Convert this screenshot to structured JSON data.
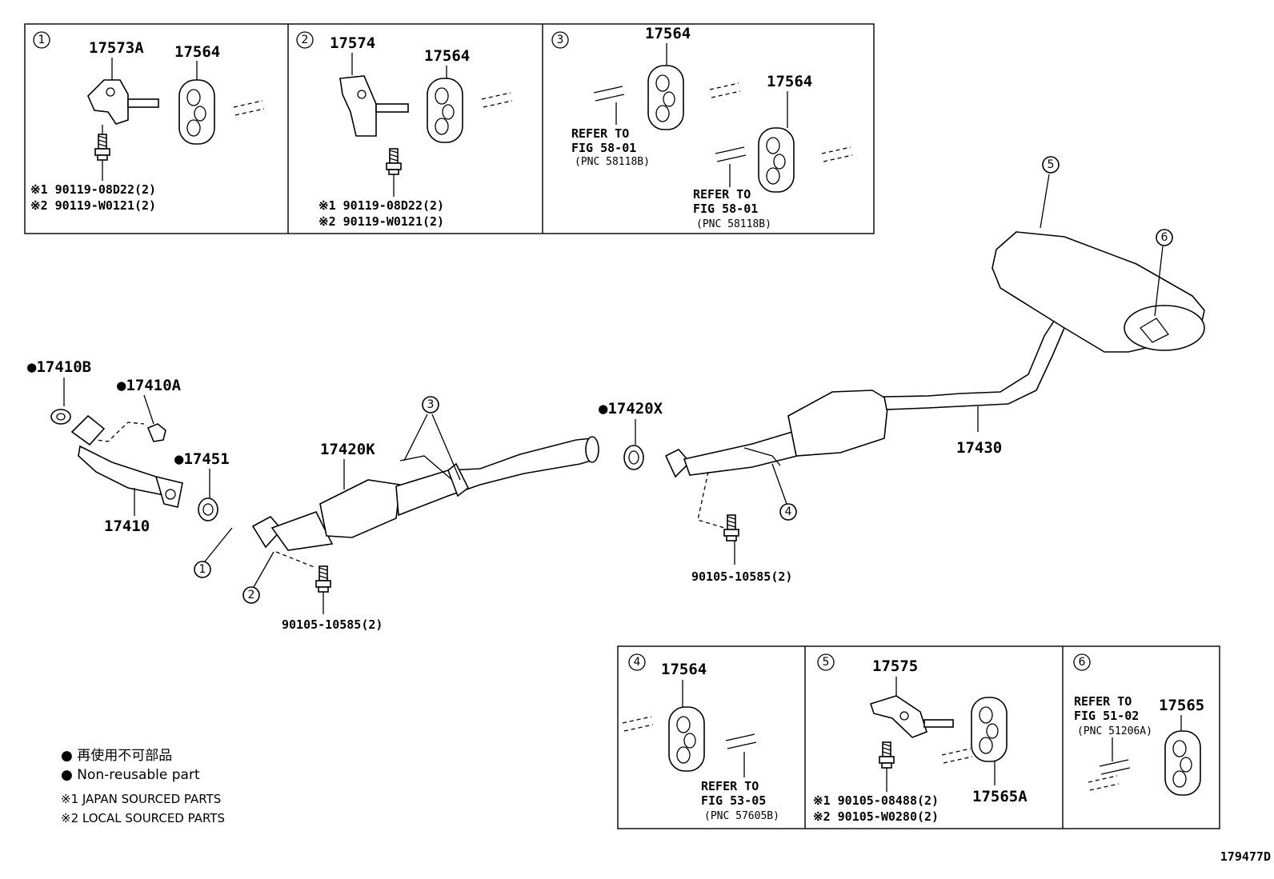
{
  "diagram_id": "179477D",
  "detail_panels": {
    "p1": {
      "num": "1",
      "parts": [
        "17573A",
        "17564"
      ],
      "note1": "※1 90119-08D22(2)",
      "note2": "※2 90119-W0121(2)"
    },
    "p2": {
      "num": "2",
      "parts": [
        "17574",
        "17564"
      ],
      "note1": "※1 90119-08D22(2)",
      "note2": "※2 90119-W0121(2)"
    },
    "p3": {
      "num": "3",
      "parts": [
        "17564",
        "17564"
      ],
      "refer_a": [
        "REFER TO",
        "FIG 58-01",
        "(PNC 58118B)"
      ],
      "refer_b": [
        "REFER TO",
        "FIG 58-01",
        "(PNC 58118B)"
      ]
    },
    "p4": {
      "num": "4",
      "parts": [
        "17564"
      ],
      "refer": [
        "REFER TO",
        "FIG 53-05",
        "(PNC 57605B)"
      ]
    },
    "p5": {
      "num": "5",
      "parts": [
        "17575",
        "17565A"
      ],
      "note1": "※1 90105-08488(2)",
      "note2": "※2 90105-W0280(2)"
    },
    "p6": {
      "num": "6",
      "parts": [
        "17565"
      ],
      "refer": [
        "REFER TO",
        "FIG 51-02",
        "(PNC 51206A)"
      ]
    }
  },
  "main_labels": {
    "gasket_b": "●17410B",
    "nut_a": "●17410A",
    "gasket_451": "●17451",
    "front_pipe": "17410",
    "converter": "17420K",
    "gasket_x": "●17420X",
    "tail_pipe": "17430",
    "bolt_left": "90105-10585(2)",
    "bolt_right": "90105-10585(2)"
  },
  "callouts": [
    "1",
    "2",
    "3",
    "4",
    "5",
    "6"
  ],
  "legend": {
    "jp": "● 再使用不可部品",
    "en": "● Non-reusable part",
    "note1": "※1 JAPAN SOURCED PARTS",
    "note2": "※2 LOCAL SOURCED PARTS"
  }
}
